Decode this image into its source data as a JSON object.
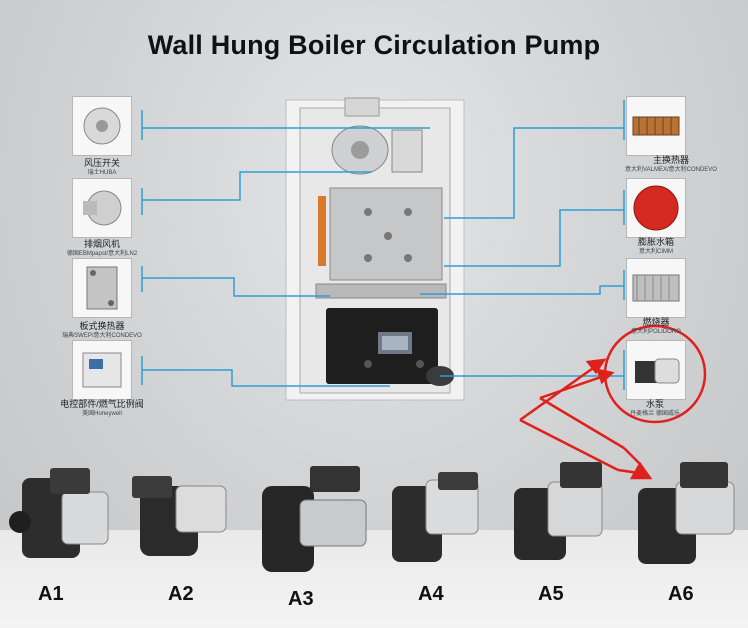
{
  "title": "Wall Hung Boiler Circulation Pump",
  "left_components": [
    {
      "name": "风压开关",
      "brand": "瑞士HUBA"
    },
    {
      "name": "排烟风机",
      "brand": "德国EBMpapst/意大利LN2"
    },
    {
      "name": "板式换热器",
      "brand": "瑞典SWEP/意大利CONDEVO"
    },
    {
      "name": "电控部件/燃气比例阀",
      "brand": "美国Honeywell"
    }
  ],
  "right_components": [
    {
      "name": "主换热器",
      "brand": "意大利VALMEX/意大利CONDEVO"
    },
    {
      "name": "膨胀水箱",
      "brand": "意大利CIMM"
    },
    {
      "name": "燃烧器",
      "brand": "意大利POLIDORO"
    },
    {
      "name": "水泵",
      "brand": "丹麦格兰 德国威乐"
    }
  ],
  "pumps": [
    "A1",
    "A2",
    "A3",
    "A4",
    "A5",
    "A6"
  ],
  "colors": {
    "connector_line": "#2aa0d4",
    "highlight_red": "#e0211b",
    "boiler_white": "#f3f3f3"
  }
}
